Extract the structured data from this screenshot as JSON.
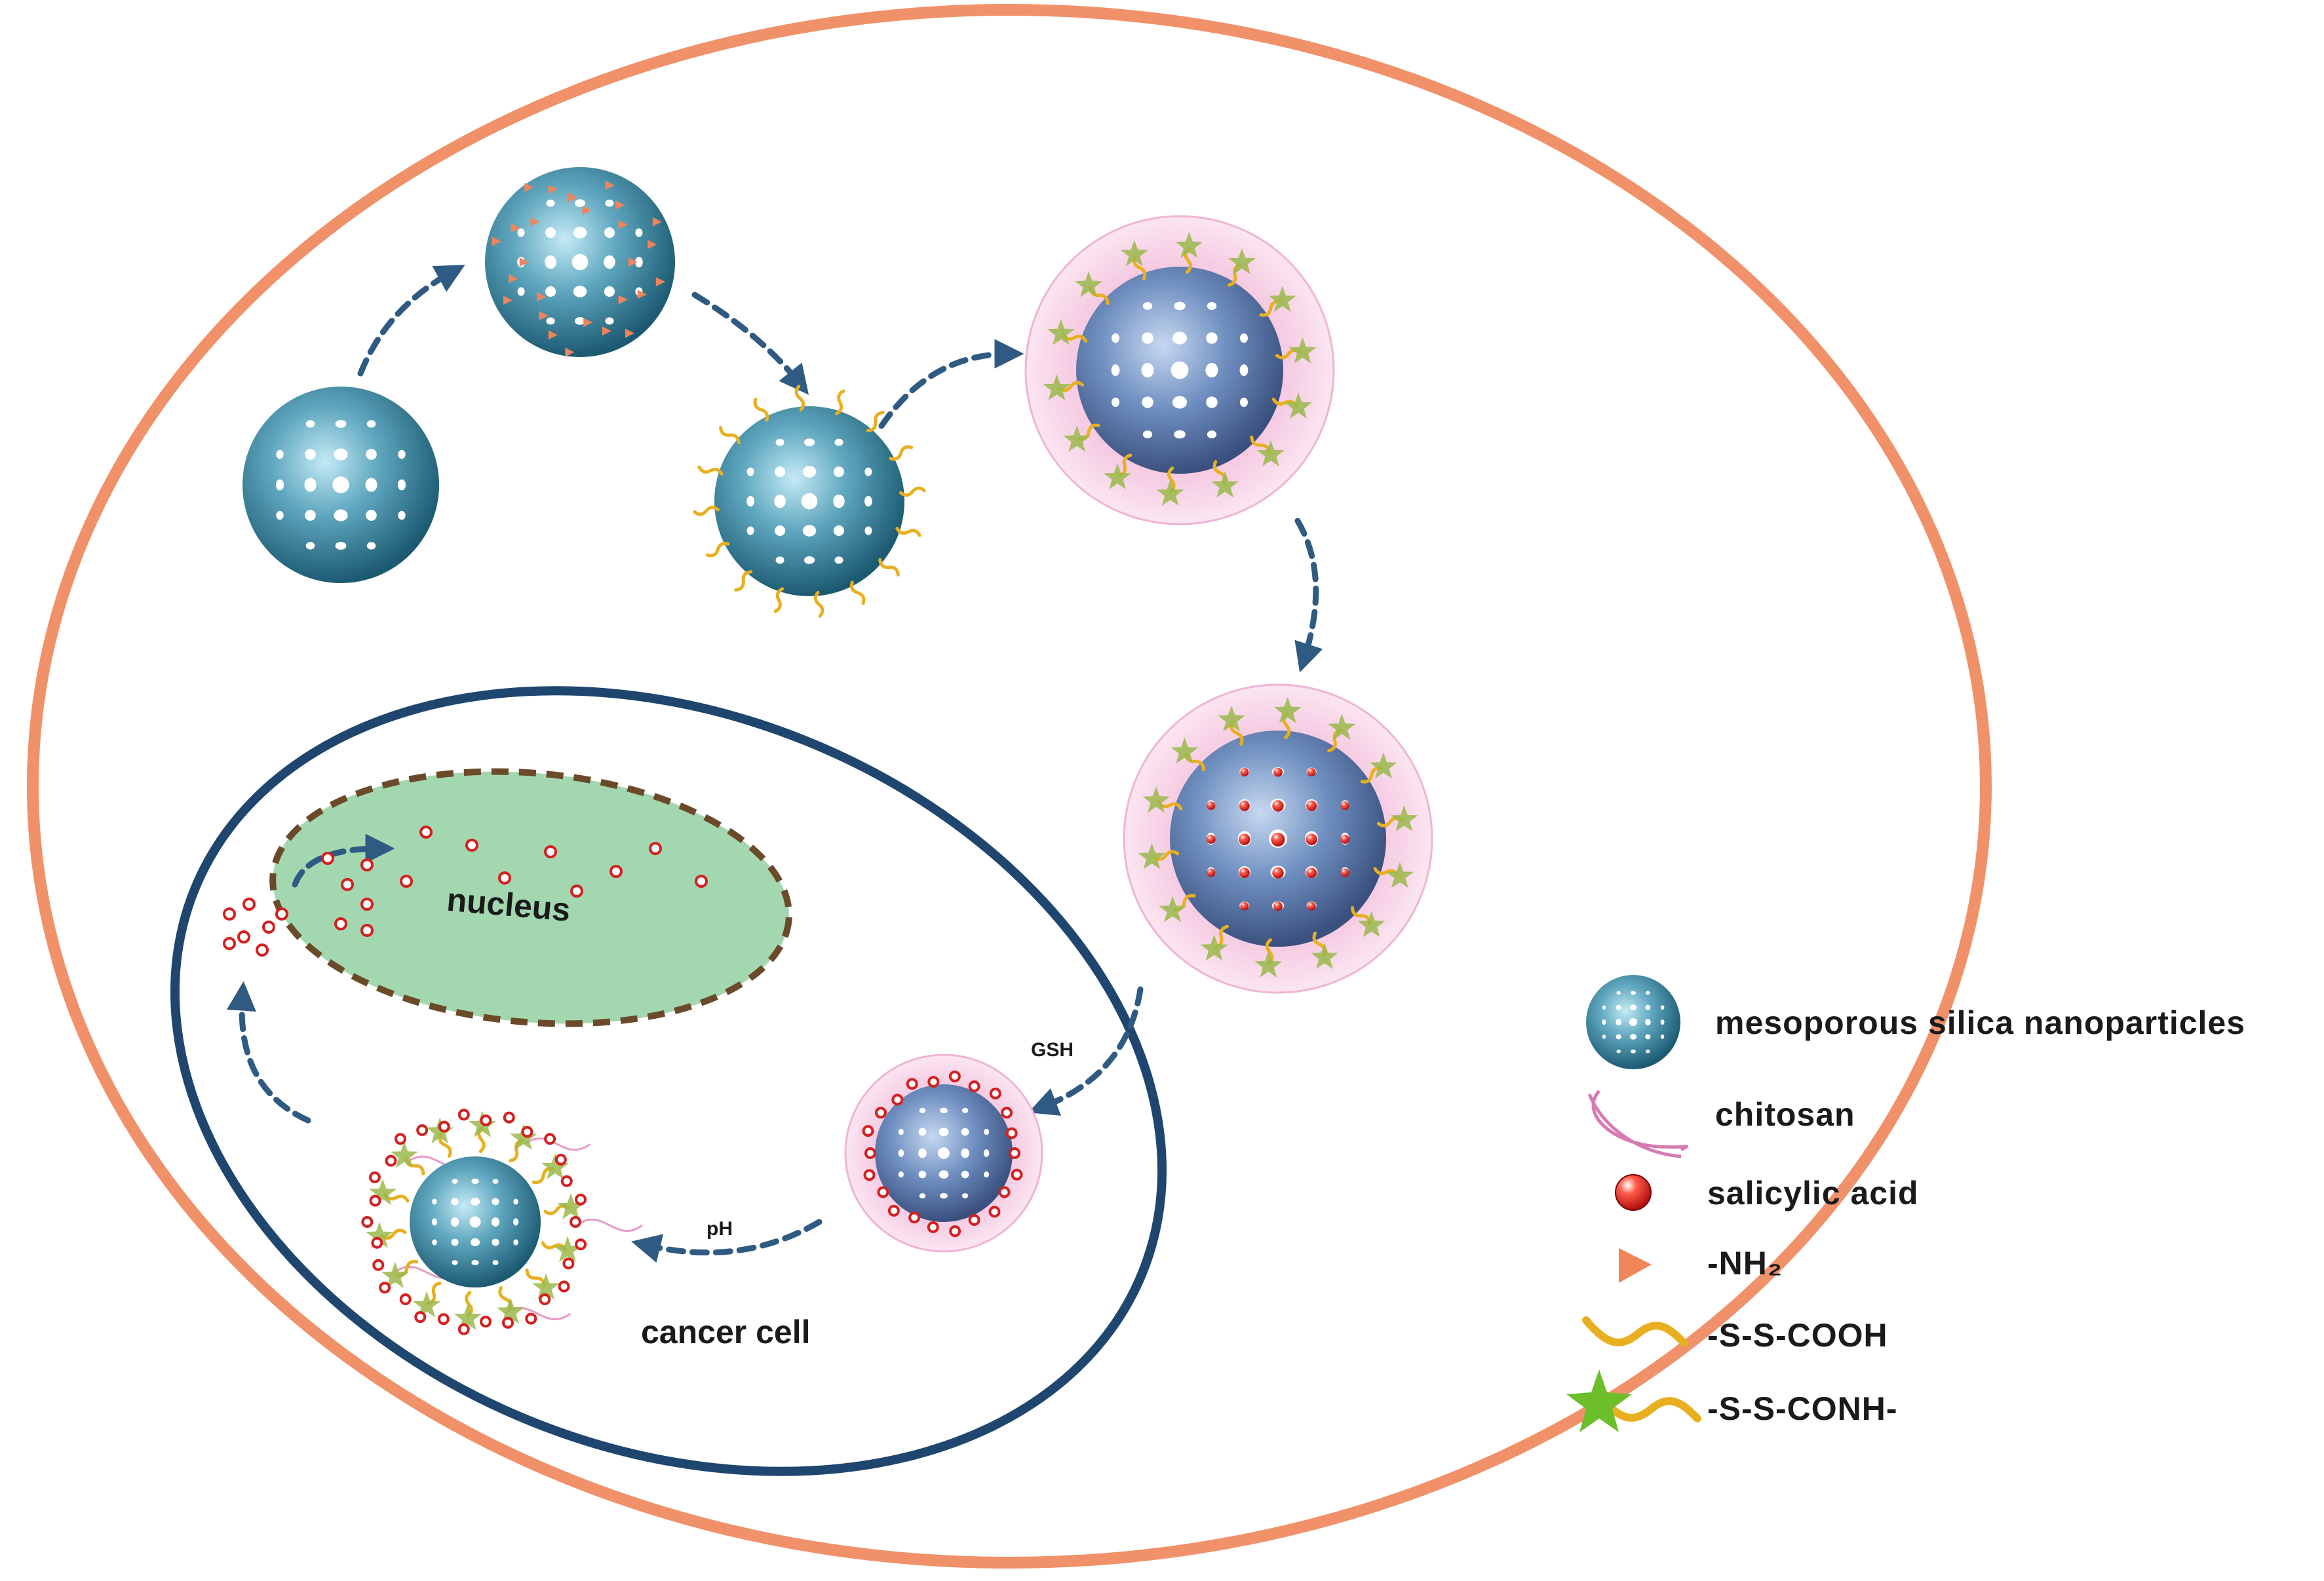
{
  "diagram": {
    "labels": {
      "nucleus": "nucleus",
      "cancer_cell": "cancer cell",
      "gsh": "GSH",
      "ph": "pH"
    },
    "legend": [
      {
        "id": "msn",
        "icon": "mesoporous-silica-nanoparticle-icon",
        "label": "mesoporous silica nanoparticles"
      },
      {
        "id": "chitosan",
        "icon": "chitosan-curve-icon",
        "label": "chitosan"
      },
      {
        "id": "salicylic",
        "icon": "red-sphere-icon",
        "label": "salicylic acid"
      },
      {
        "id": "nh2",
        "icon": "orange-triangle-icon",
        "label": "-NH₂"
      },
      {
        "id": "sscooh",
        "icon": "yellow-squiggle-icon",
        "label": "-S-S-COOH"
      },
      {
        "id": "ssconh",
        "icon": "green-star-squiggle-icon",
        "label": "-S-S-CONH-"
      }
    ],
    "colors": {
      "outer_cell": "#f0916a",
      "cancer_cell_border": "#1e466e",
      "nucleus_fill": "#a3d7b0",
      "nucleus_border": "#6b4a2a",
      "arrow": "#2f5a82",
      "particle": "#2e7a96",
      "chitosan_shell": "#f4c4dd",
      "drug": "#d42020",
      "amine": "#f0845a",
      "thiol_chain": "#e8b020",
      "star": "#9ab84a"
    }
  }
}
